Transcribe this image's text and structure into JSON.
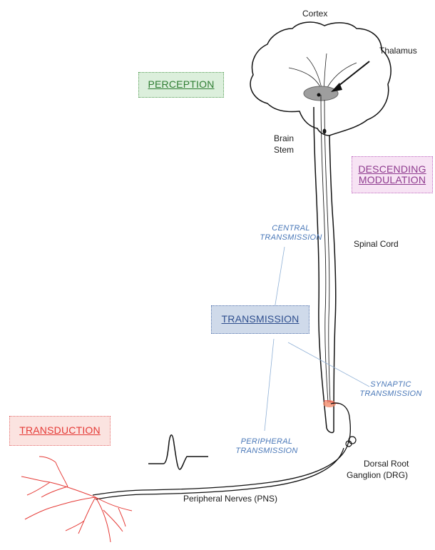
{
  "labels": {
    "cortex": "Cortex",
    "thalamus": "Thalamus",
    "brain_stem_1": "Brain",
    "brain_stem_2": "Stem",
    "spinal_cord": "Spinal Cord",
    "drg_1": "Dorsal Root",
    "drg_2": "Ganglion (DRG)",
    "pns": "Peripheral Nerves (PNS)"
  },
  "stages": {
    "perception": "PERCEPTION",
    "descending_1": "DESCENDING",
    "descending_2": "MODULATION",
    "transmission": "TRANSMISSION",
    "transduction": "TRANSDUCTION"
  },
  "annotations": {
    "central_1": "CENTRAL",
    "central_2": "TRANSMISSION",
    "synaptic_1": "SYNAPTIC",
    "synaptic_2": "TRANSMISSION",
    "peripheral_1": "PERIPHERAL",
    "peripheral_2": "TRANSMISSION"
  },
  "colors": {
    "perception": "#2e7d32",
    "perception_bg": "#dcefdc",
    "descending": "#8e3a8e",
    "descending_bg": "#f7e3f4",
    "transmission": "#2f4f8f",
    "transmission_bg": "#cfdaea",
    "transduction": "#e53935",
    "transduction_bg": "#fbe3e0",
    "annotation_blue": "#4a78b8",
    "nerve_red": "#e53935"
  }
}
